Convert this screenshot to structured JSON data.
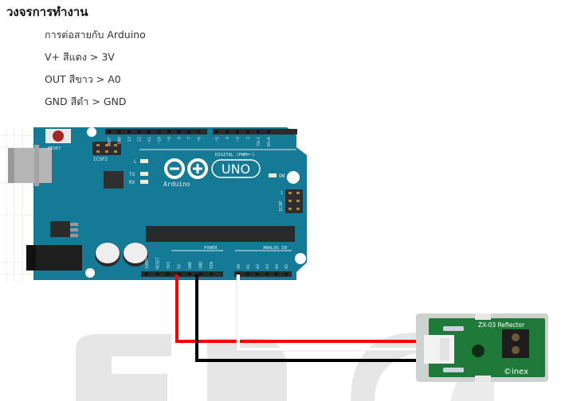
{
  "document": {
    "title": "วงจรการทำงาน",
    "lines": [
      "การต่อสายกับ Arduino",
      "V+ สีแดง > 3V",
      "OUT สีขาว > A0",
      "GND สีดำ > GND"
    ]
  },
  "arduino": {
    "brand": "Arduino",
    "model": "UNO",
    "reset_label": "RESET",
    "icsp2_label": "ICSP2",
    "icsp_label": "ICSP",
    "icsp_pin1": "1",
    "led_l": "L",
    "led_tx": "TX",
    "led_rx": "RX",
    "led_on": "ON",
    "digital_label": "DIGITAL (PWM=~)",
    "power_label": "POWER",
    "analog_label": "ANALOG IN",
    "digital_pins": [
      "AREF",
      "GND",
      "13",
      "12",
      "~11",
      "~10",
      "~9",
      "8",
      "7",
      "~6",
      "~5",
      "4",
      "~3",
      "2",
      "TX▸1",
      "RX◂0"
    ],
    "power_pins": [
      "IOREF",
      "RESET",
      "3V3",
      "5V",
      "GND",
      "GND",
      "VIN"
    ],
    "analog_pins": [
      "A0",
      "A1",
      "A2",
      "A3",
      "A4",
      "A5"
    ],
    "board_color": "#157a96"
  },
  "sensor": {
    "name": "ZX-03 Reflector",
    "maker": "©inex",
    "pcb_color": "#1f7a3a"
  },
  "wires": [
    {
      "name": "V+",
      "color_name": "red",
      "from": "3V3",
      "color": "#ff0000"
    },
    {
      "name": "OUT",
      "color_name": "white",
      "from": "A0",
      "color": "#ffffff"
    },
    {
      "name": "GND",
      "color_name": "black",
      "from": "GND",
      "color": "#000000"
    }
  ],
  "watermark": "ETDC"
}
